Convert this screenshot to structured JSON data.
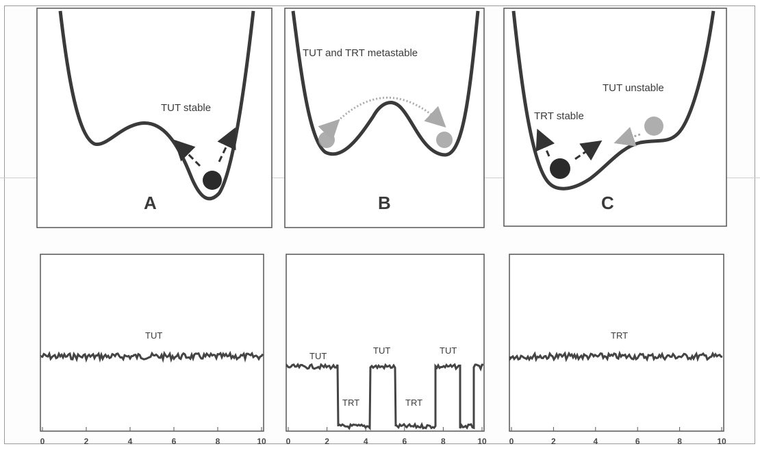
{
  "panels": [
    {
      "letter": "A",
      "caption": "TUT stable"
    },
    {
      "letter": "B",
      "caption": "TUT and TRT metastable"
    },
    {
      "letter": "C",
      "caption_stable": "TRT stable",
      "caption_unstable": "TUT unstable"
    }
  ],
  "traces": [
    {
      "labels": [
        "TUT"
      ]
    },
    {
      "labels": [
        "TUT",
        "TRT",
        "TUT",
        "TRT",
        "TUT"
      ]
    },
    {
      "labels": [
        "TRT"
      ]
    }
  ],
  "x_ticks": [
    "0",
    "2",
    "4",
    "6",
    "8",
    "10"
  ],
  "colors": {
    "curve": "#3a3a3a",
    "ball": "#2b2b2b",
    "ghost_ball": "#9a9a9a",
    "trace": "#444444"
  }
}
